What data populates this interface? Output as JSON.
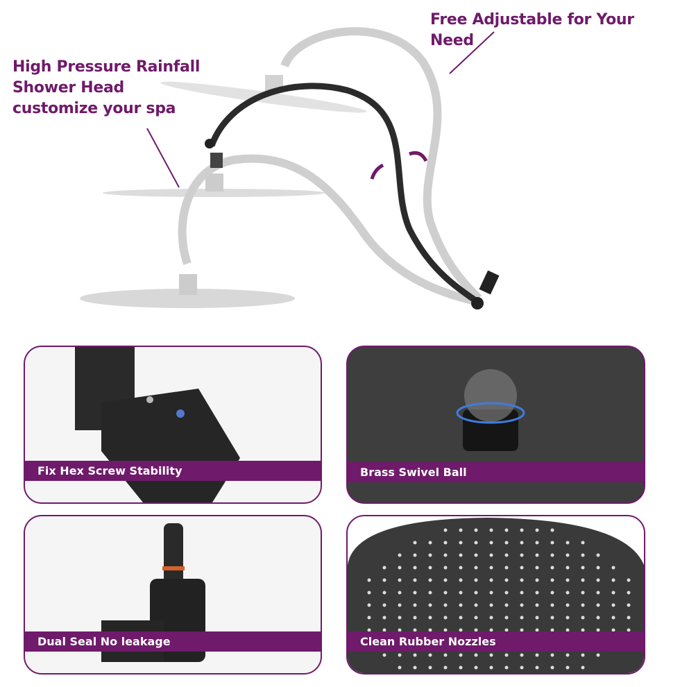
{
  "headline_left": [
    "High Pressure Rainfall",
    "Shower Head",
    "customize your spa"
  ],
  "headline_right": "Free Adjustable for Your Need",
  "features": [
    {
      "label": "Fix Hex Screw Stability"
    },
    {
      "label": "Brass Swivel Ball"
    },
    {
      "label": "Dual Seal No leakage"
    },
    {
      "label": "Clean Rubber Nozzles"
    }
  ],
  "colors": {
    "accent": "#6f1a6b",
    "product": "#2b2b2b",
    "ghost": "#c8c8c8"
  }
}
